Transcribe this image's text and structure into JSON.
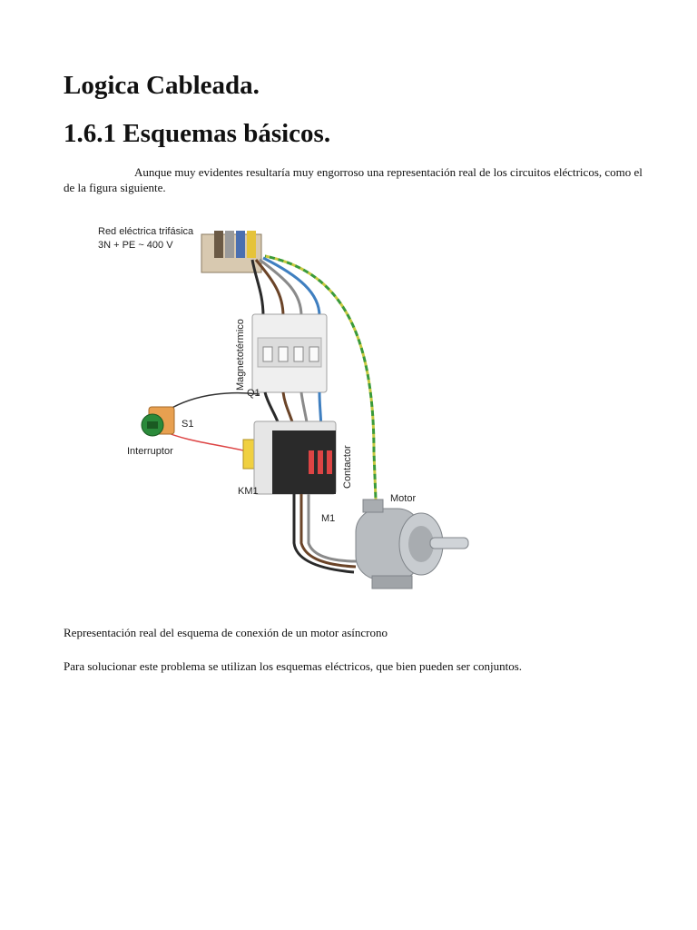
{
  "document": {
    "title": "Logica Cableada.",
    "section": "1.6.1 Esquemas básicos.",
    "intro": "Aunque muy evidentes resultaría muy engorroso una representación real de los circuitos eléctricos, como el de la figura siguiente.",
    "caption": "Representación real del esquema de conexión de un motor asíncrono",
    "paragraph": "Para solucionar este problema se utilizan los  esquemas eléctricos, que bien pueden ser conjuntos."
  },
  "figure": {
    "supply_line1": "Red eléctrica trifásica",
    "supply_line2": "3N + PE ~ 400 V",
    "breaker_name": "Magnetotérmico",
    "breaker_ref": "Q1",
    "switch_ref": "S1",
    "switch_name": "Interruptor",
    "contactor_ref": "KM1",
    "contactor_name": "Contactor",
    "motor_ref": "M1",
    "motor_name": "Motor"
  }
}
